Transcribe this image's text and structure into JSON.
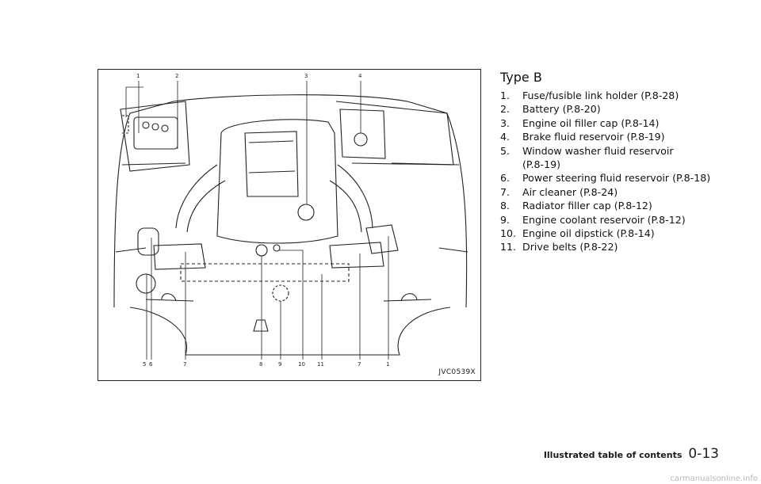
{
  "figure": {
    "code": "JVC0539X",
    "callouts_top": [
      "1",
      "2",
      "3",
      "4"
    ],
    "callouts_bottom": [
      "5",
      "6",
      "7",
      "8",
      "9",
      "10",
      "11",
      "7",
      "1"
    ]
  },
  "section": {
    "title": "Type B",
    "items": [
      {
        "num": "1.",
        "text": "Fuse/fusible link holder (P.8-28)"
      },
      {
        "num": "2.",
        "text": "Battery (P.8-20)"
      },
      {
        "num": "3.",
        "text": "Engine oil filler cap (P.8-14)"
      },
      {
        "num": "4.",
        "text": "Brake fluid reservoir (P.8-19)"
      },
      {
        "num": "5.",
        "text": "Window washer fluid reservoir (P.8-19)"
      },
      {
        "num": "6.",
        "text": "Power steering fluid reservoir (P.8-18)"
      },
      {
        "num": "7.",
        "text": "Air cleaner (P.8-24)"
      },
      {
        "num": "8.",
        "text": "Radiator filler cap (P.8-12)"
      },
      {
        "num": "9.",
        "text": "Engine coolant reservoir (P.8-12)"
      },
      {
        "num": "10.",
        "text": "Engine oil dipstick (P.8-14)"
      },
      {
        "num": "11.",
        "text": "Drive belts (P.8-22)"
      }
    ]
  },
  "footer": {
    "section_name": "Illustrated table of contents",
    "page_number": "0-13"
  },
  "watermark": "carmanualsonline.info"
}
